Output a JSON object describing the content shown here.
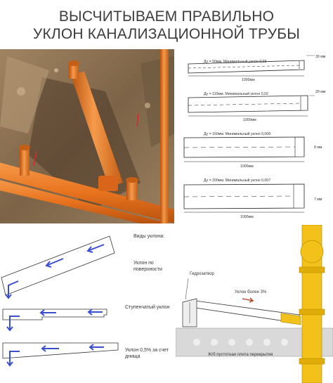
{
  "header": {
    "title_line1": "ВЫСЧИТЫВАЕМ ПРАВИЛЬНО",
    "title_line2": "УКЛОН КАНАЛИЗАЦИОННОЙ ТРУБЫ"
  },
  "diagrams": [
    {
      "caption": "Ду = 50мм. Минимальный уклон 0,03",
      "length": "1000мм",
      "drop": "30 мм"
    },
    {
      "caption": "Ду = 110мм. Минимальный уклон 0,02",
      "length": "1000мм",
      "drop": "20 мм"
    },
    {
      "caption": "Ду = 160мм. Минимальный уклон 0,008",
      "length": "1000мм",
      "drop": "8 мм"
    },
    {
      "caption": "Ду = 200мм. Минимальный уклон 0,007",
      "length": "1000мм",
      "drop": "7 мм"
    }
  ],
  "slope_types": {
    "heading": "Виды уклона:",
    "surface": "Уклон по поверхности",
    "stepped": "Ступенчатый уклон",
    "half_percent": "Уклон 0,5% за счет днища"
  },
  "install": {
    "water_seal": "Гидрозатвор",
    "slope_label": "Уклон более 3%",
    "slab_label": "Ж/б пустотная плита перекрытия"
  },
  "colors": {
    "pipe_orange": "#e8731e",
    "soil": "#8a6b4a",
    "arrow_blue": "#3a4fd0",
    "riser_yellow": "#f2c21a",
    "slab_gray": "#d9d9d9"
  }
}
